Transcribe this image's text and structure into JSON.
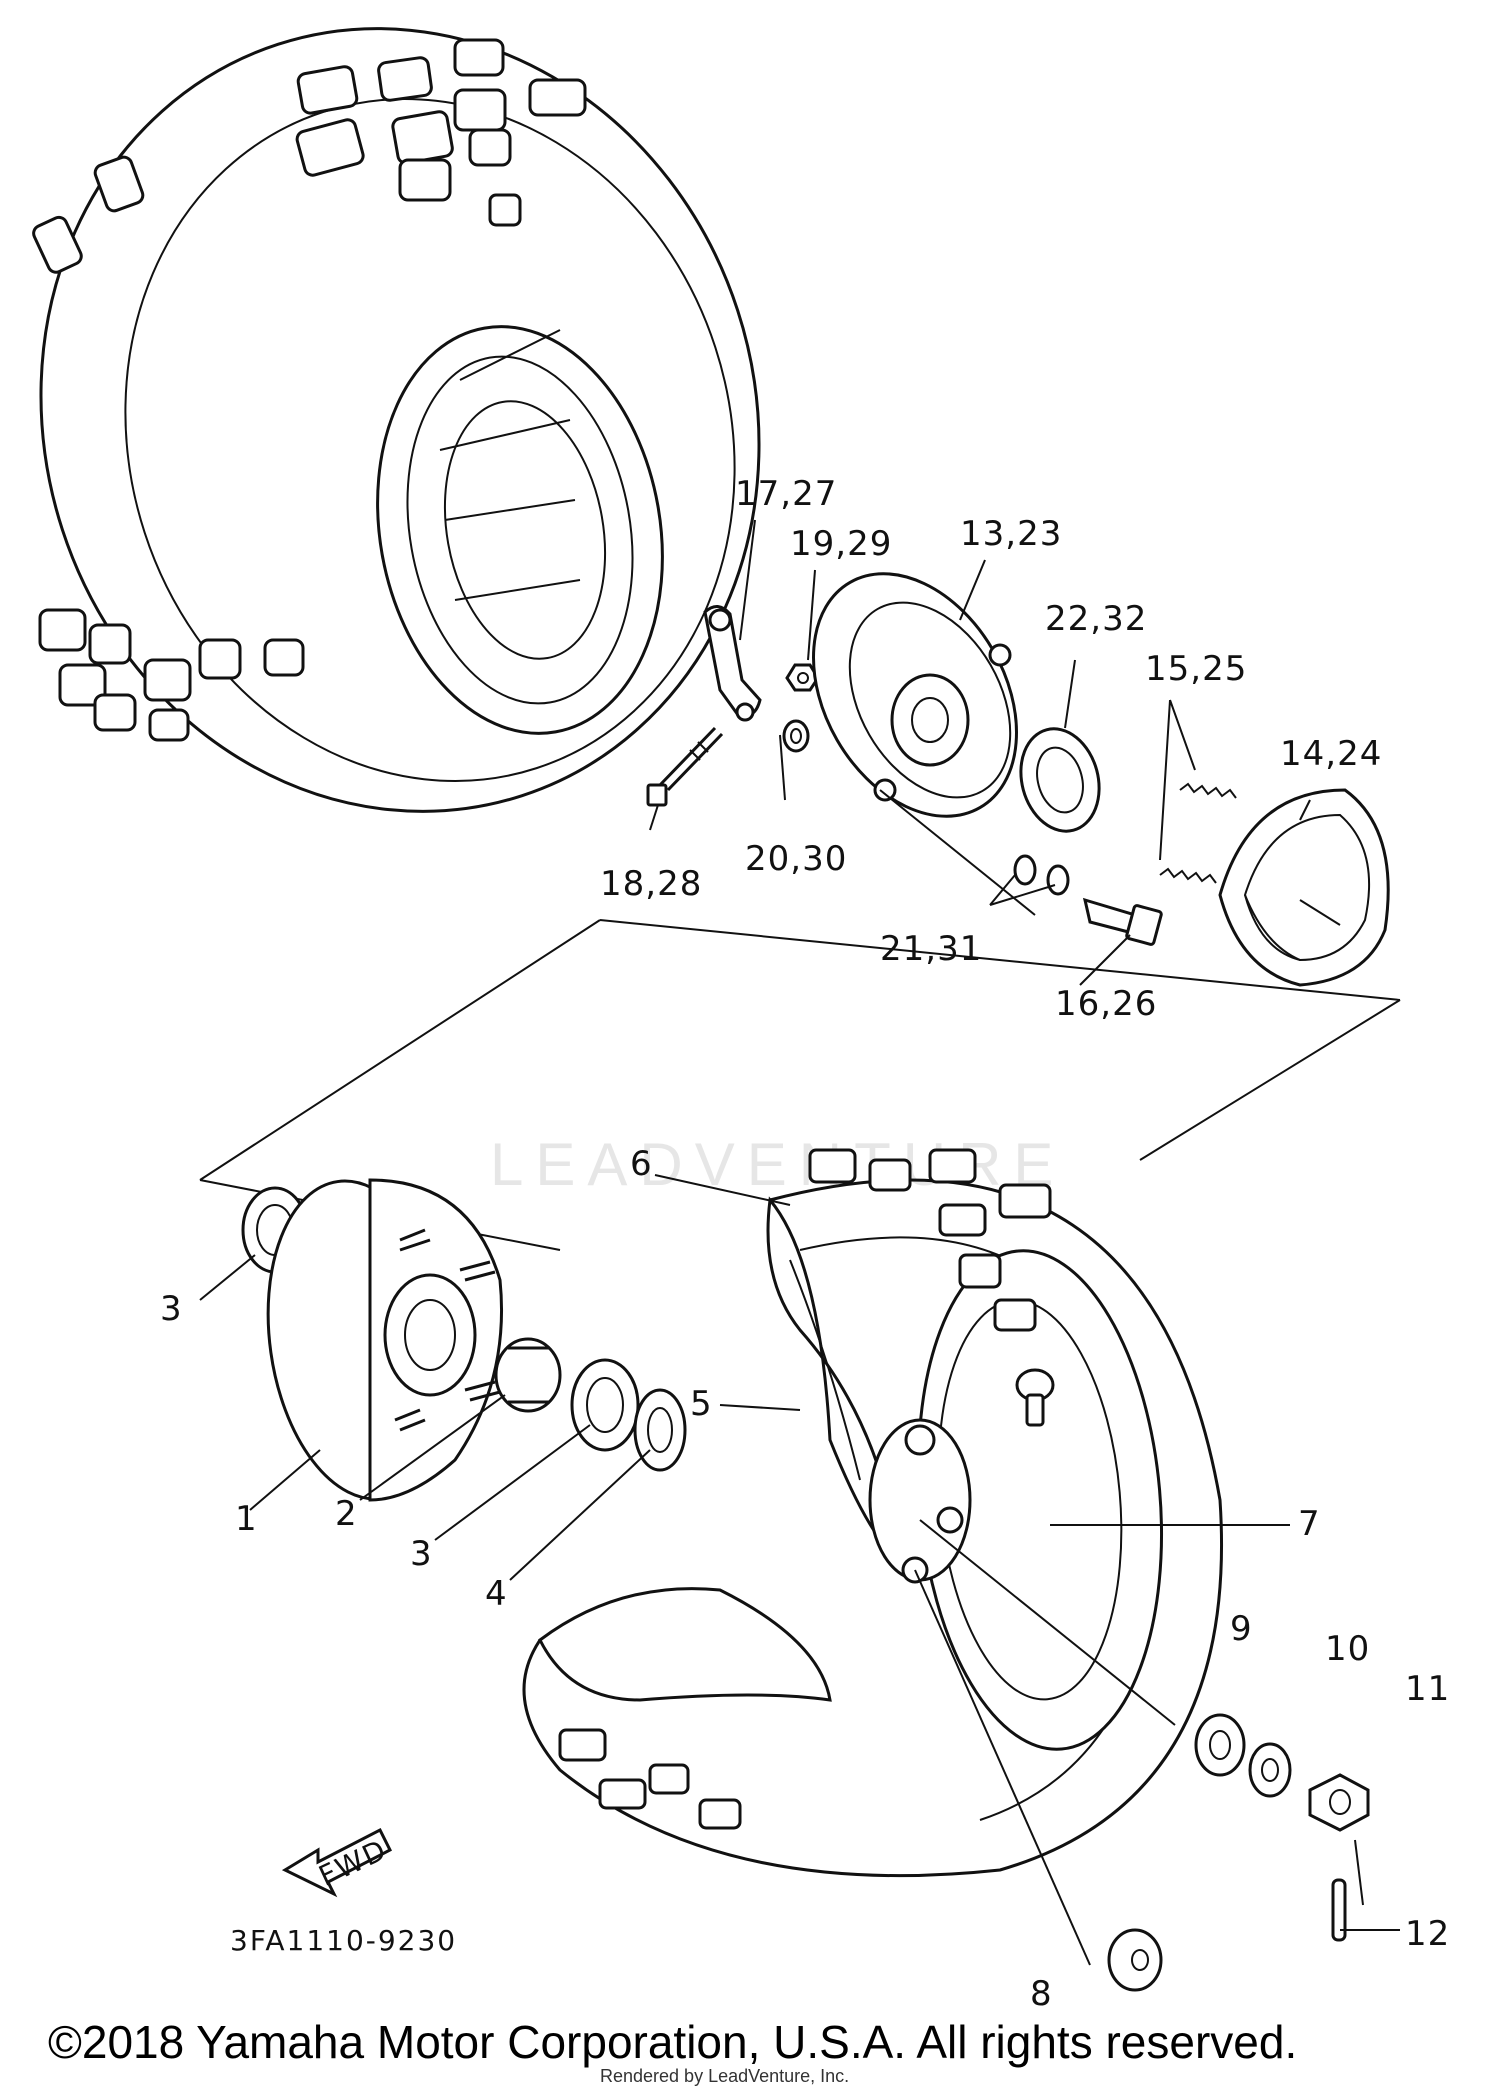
{
  "diagram": {
    "part_code": "3FA1110-9230",
    "fwd_label": "FWD",
    "watermark": "LEADVENTURE",
    "copyright": "©2018 Yamaha Motor Corporation, U.S.A. All rights reserved.",
    "rendered_by": "Rendered by LeadVenture, Inc."
  },
  "callouts": {
    "c1": "1",
    "c2": "2",
    "c3a": "3",
    "c3b": "3",
    "c4": "4",
    "c5": "5",
    "c6": "6",
    "c7": "7",
    "c8": "8",
    "c9": "9",
    "c10": "10",
    "c11": "11",
    "c12": "12",
    "c13": "13,23",
    "c14": "14,24",
    "c15": "15,25",
    "c16": "16,26",
    "c17": "17,27",
    "c18": "18,28",
    "c19": "19,29",
    "c20": "20,30",
    "c21": "21,31",
    "c22": "22,32"
  }
}
